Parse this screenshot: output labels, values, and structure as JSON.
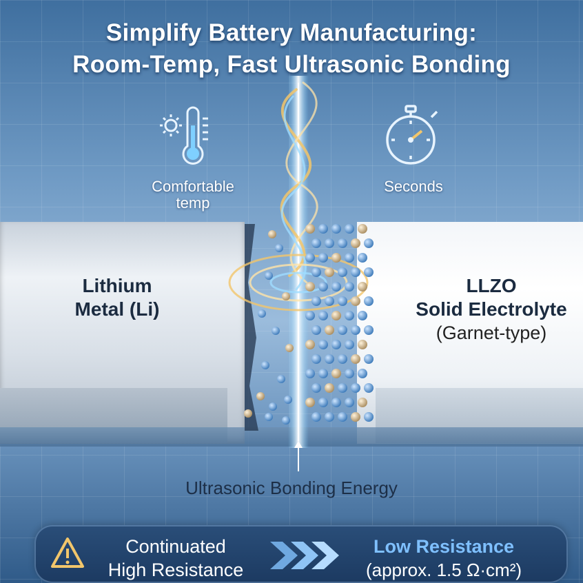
{
  "title": {
    "line1": "Simplify Battery Manufacturing:",
    "line2": "Room-Temp, Fast Ultrasonic Bonding"
  },
  "icons": {
    "temperature": {
      "icon": "thermometer-sun-icon",
      "label_line1": "Comfortable",
      "label_line2": "temp"
    },
    "time": {
      "icon": "stopwatch-icon",
      "label": "Seconds"
    }
  },
  "left_material": {
    "line1": "Lithium",
    "line2": "Metal (Li)"
  },
  "right_material": {
    "line1": "LLZO",
    "line2": "Solid Electrolyte",
    "line3": "(Garnet-type)"
  },
  "energy": {
    "label": "Ultrasonic Bonding Energy",
    "icon": "arrow-up-icon"
  },
  "banner": {
    "warning_icon": "warning-icon",
    "left_line1": "Continuated",
    "left_line2": "High Resistance",
    "arrow_icon": "chevrons-right-icon",
    "right_line1": "Low Resistance",
    "right_line2": "(approx. 1.5 Ω·cm²)"
  },
  "colors": {
    "highlight": "#7fc0ff",
    "energy_gold": "#f2c66b",
    "energy_blue": "#7fd0ff",
    "atom_blue": "#4f8fcf",
    "atom_tan": "#c8b08a"
  }
}
